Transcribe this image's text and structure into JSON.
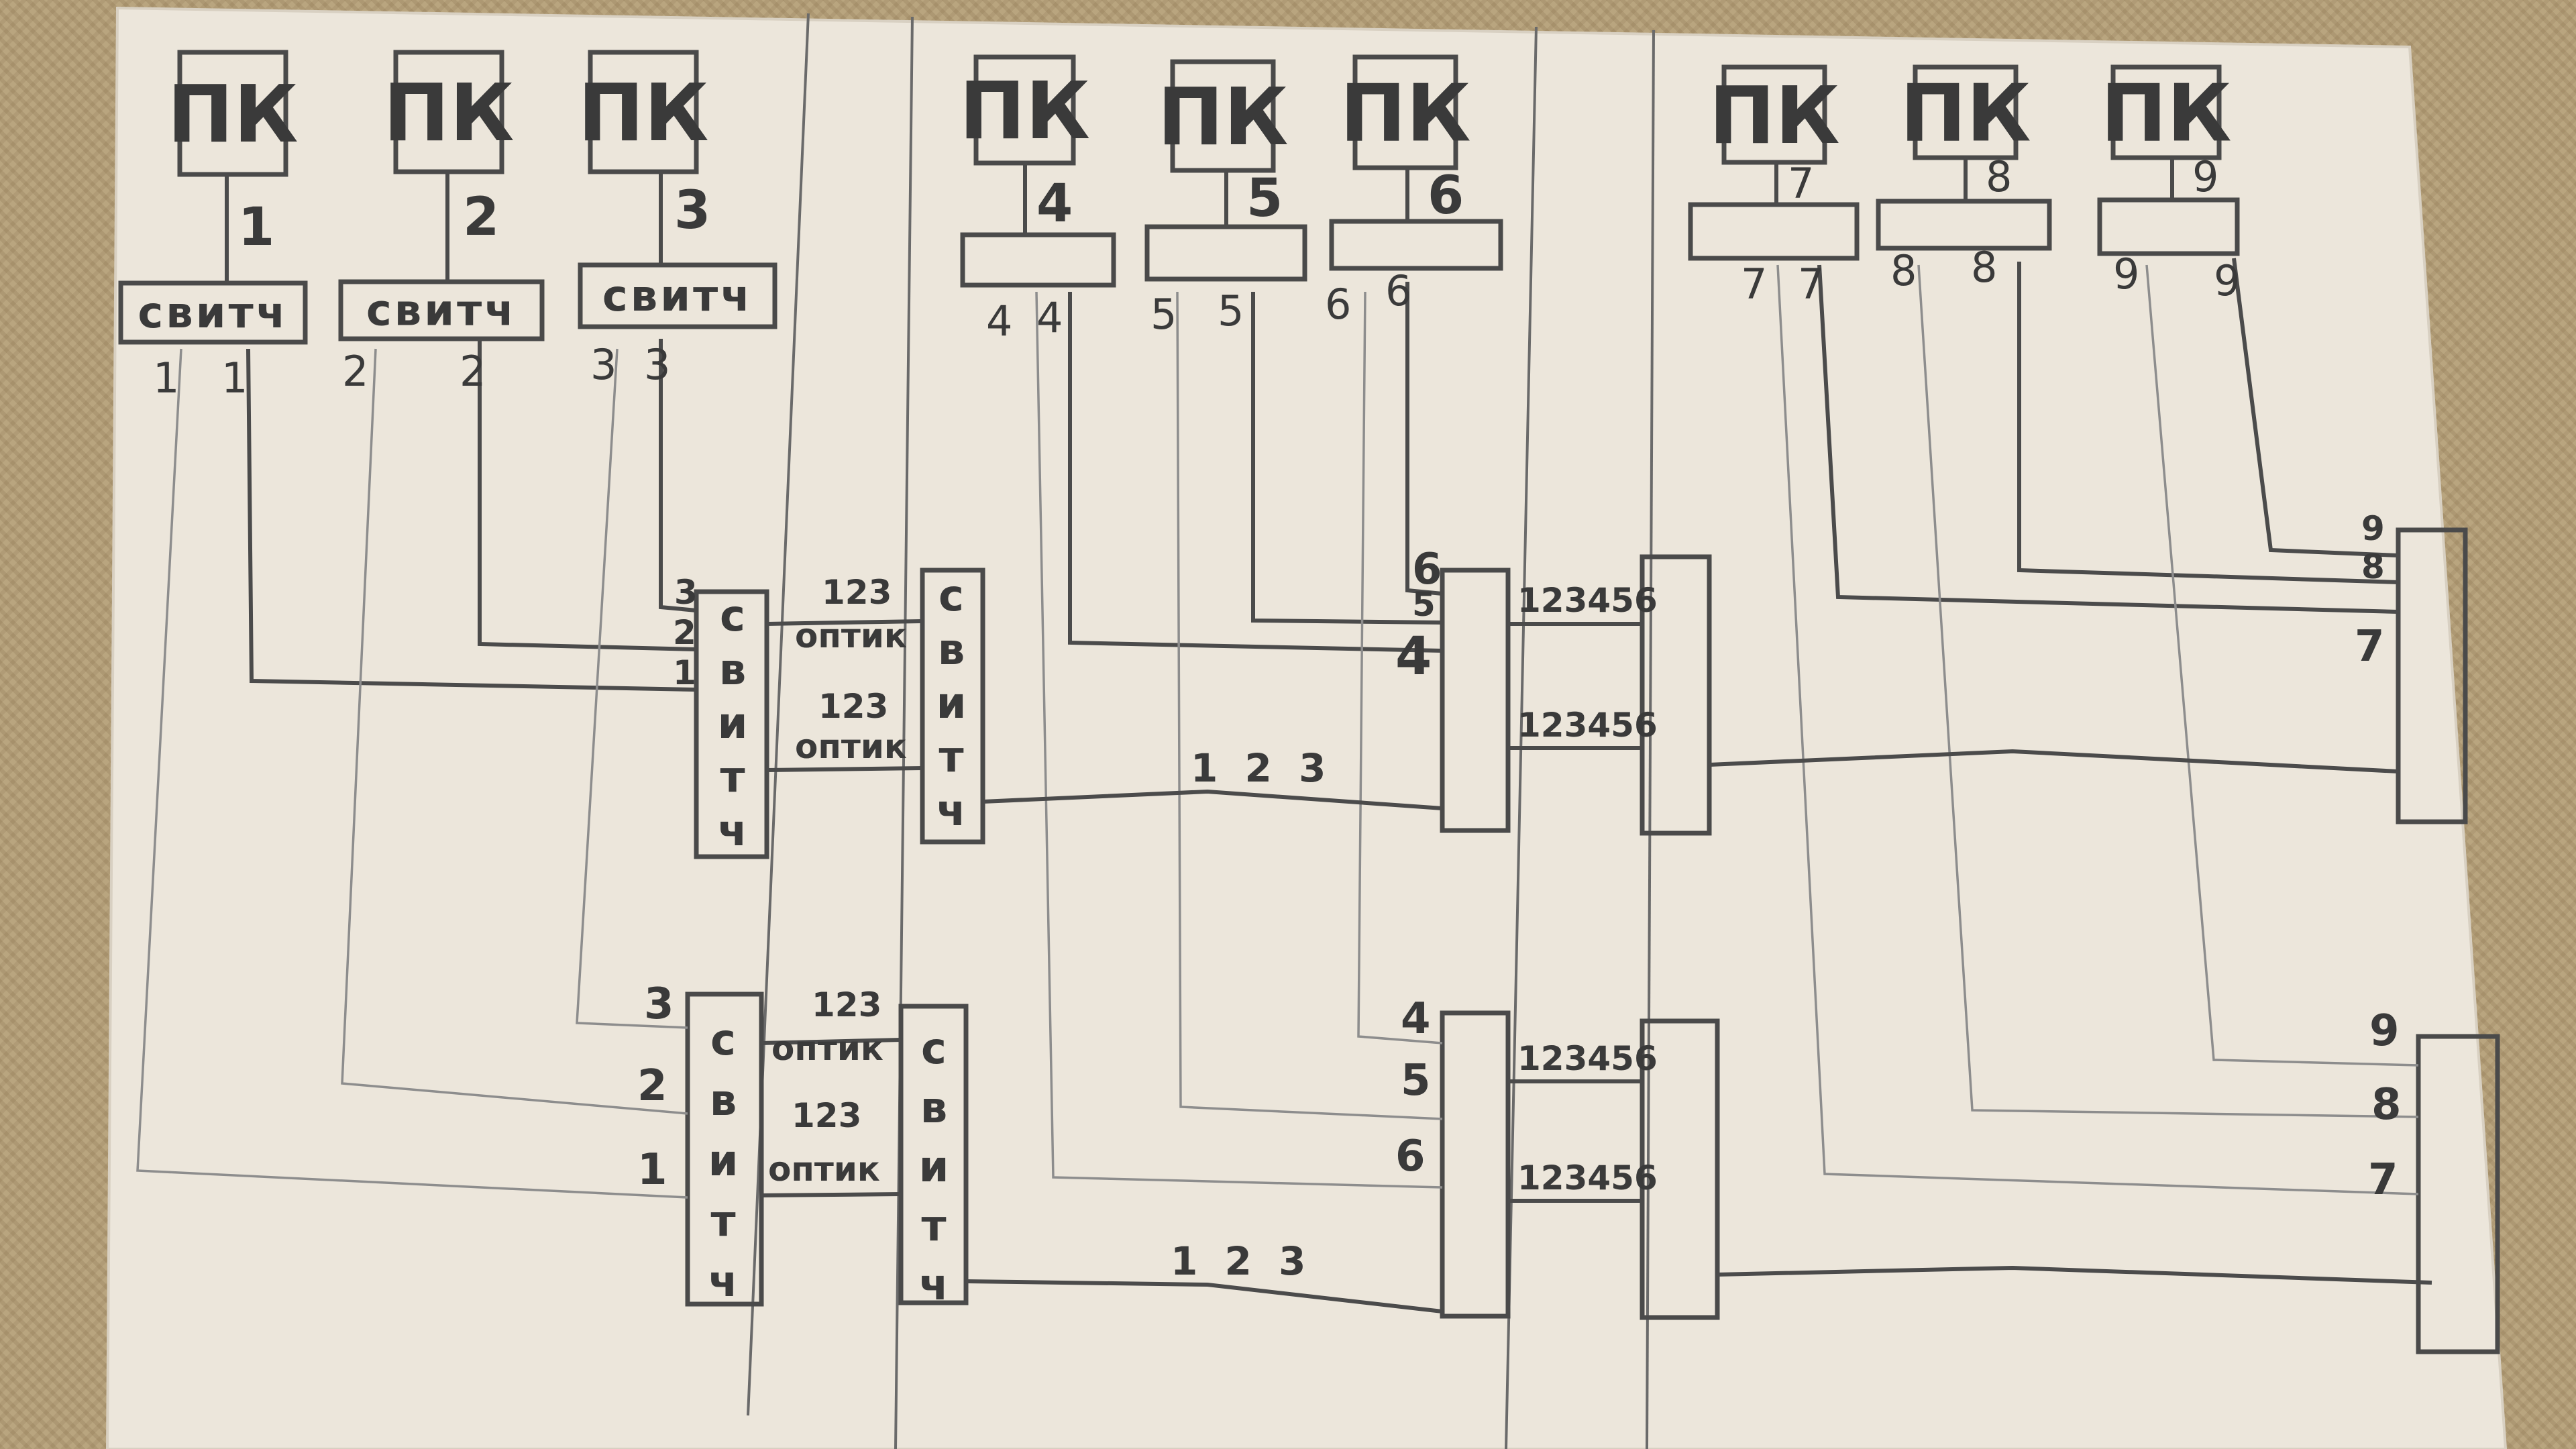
{
  "diagram": {
    "pc_label": "ПК",
    "switch_label": "свитч",
    "vertical_switch_letters": [
      "с",
      "в",
      "и",
      "т",
      "ч"
    ],
    "pcs": [
      {
        "num": "1"
      },
      {
        "num": "2"
      },
      {
        "num": "3"
      },
      {
        "num": "4"
      },
      {
        "num": "5"
      },
      {
        "num": "6"
      },
      {
        "num": "7"
      },
      {
        "num": "8"
      },
      {
        "num": "9"
      }
    ],
    "fiber_label": "оптик",
    "fiber_ports": "123",
    "copper_ports": "1 2 3",
    "trunk_ports": "123456"
  }
}
